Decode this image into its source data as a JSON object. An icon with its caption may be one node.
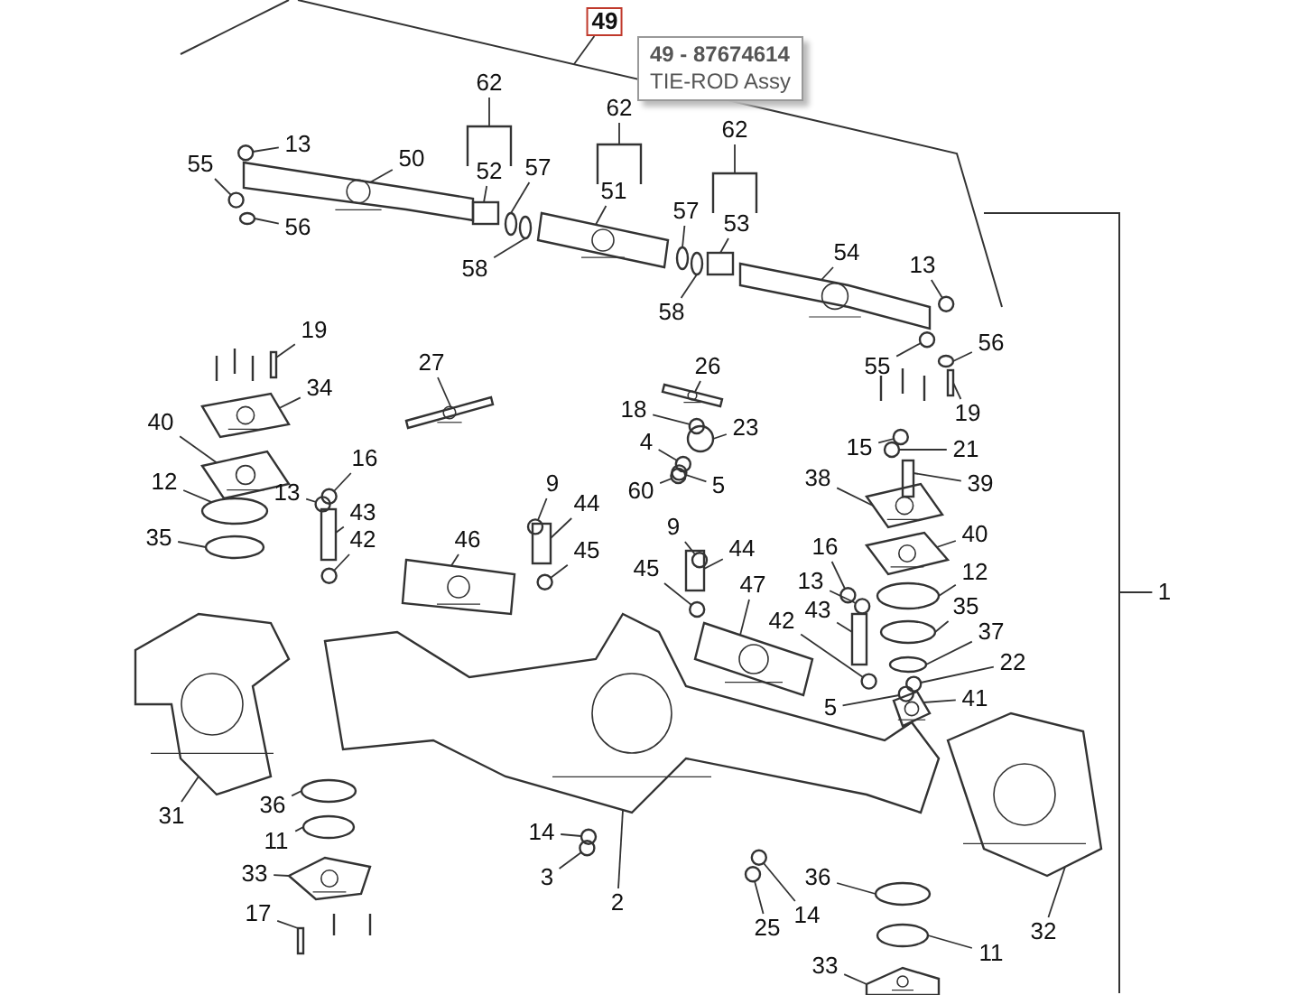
{
  "diagram": {
    "nodes": [
      {
        "text": [
          "49"
        ]
      },
      {
        "text": [
          "49 - 87674614",
          "TIE-ROD Assy"
        ]
      },
      {
        "text": [
          "62"
        ]
      },
      {
        "text": [
          "62"
        ]
      },
      {
        "text": [
          "62"
        ]
      },
      {
        "text": [
          "13"
        ]
      },
      {
        "text": [
          "55"
        ]
      },
      {
        "text": [
          "50"
        ]
      },
      {
        "text": [
          "52"
        ]
      },
      {
        "text": [
          "57"
        ]
      },
      {
        "text": [
          "51"
        ]
      },
      {
        "text": [
          "56"
        ]
      },
      {
        "text": [
          "57"
        ]
      },
      {
        "text": [
          "53"
        ]
      },
      {
        "text": [
          "54"
        ]
      },
      {
        "text": [
          "13"
        ]
      },
      {
        "text": [
          "58"
        ]
      },
      {
        "text": [
          "58"
        ]
      },
      {
        "text": [
          "19"
        ]
      },
      {
        "text": [
          "56"
        ]
      },
      {
        "text": [
          "27"
        ]
      },
      {
        "text": [
          "26"
        ]
      },
      {
        "text": [
          "55"
        ]
      },
      {
        "text": [
          "34"
        ]
      },
      {
        "text": [
          "18"
        ]
      },
      {
        "text": [
          "19"
        ]
      },
      {
        "text": [
          "40"
        ]
      },
      {
        "text": [
          "23"
        ]
      },
      {
        "text": [
          "4"
        ]
      },
      {
        "text": [
          "15"
        ]
      },
      {
        "text": [
          "21"
        ]
      },
      {
        "text": [
          "16"
        ]
      },
      {
        "text": [
          "38"
        ]
      },
      {
        "text": [
          "12"
        ]
      },
      {
        "text": [
          "9"
        ]
      },
      {
        "text": [
          "39"
        ]
      },
      {
        "text": [
          "5"
        ]
      },
      {
        "text": [
          "60"
        ]
      },
      {
        "text": [
          "13"
        ]
      },
      {
        "text": [
          "44"
        ]
      },
      {
        "text": [
          "43"
        ]
      },
      {
        "text": [
          "9"
        ]
      },
      {
        "text": [
          "40"
        ]
      },
      {
        "text": [
          "35"
        ]
      },
      {
        "text": [
          "42"
        ]
      },
      {
        "text": [
          "46"
        ]
      },
      {
        "text": [
          "16"
        ]
      },
      {
        "text": [
          "44"
        ]
      },
      {
        "text": [
          "45"
        ]
      },
      {
        "text": [
          "45"
        ]
      },
      {
        "text": [
          "12"
        ]
      },
      {
        "text": [
          "13"
        ]
      },
      {
        "text": [
          "47"
        ]
      },
      {
        "text": [
          "1"
        ]
      },
      {
        "text": [
          "35"
        ]
      },
      {
        "text": [
          "43"
        ]
      },
      {
        "text": [
          "42"
        ]
      },
      {
        "text": [
          "37"
        ]
      },
      {
        "text": [
          "22"
        ]
      },
      {
        "text": [
          "41"
        ]
      },
      {
        "text": [
          "5"
        ]
      },
      {
        "text": [
          "36"
        ]
      },
      {
        "text": [
          "31"
        ]
      },
      {
        "text": [
          "14"
        ]
      },
      {
        "text": [
          "11"
        ]
      },
      {
        "text": [
          "33"
        ]
      },
      {
        "text": [
          "3"
        ]
      },
      {
        "text": [
          "36"
        ]
      },
      {
        "text": [
          "2"
        ]
      },
      {
        "text": [
          "17"
        ]
      },
      {
        "text": [
          "14"
        ]
      },
      {
        "text": [
          "25"
        ]
      },
      {
        "text": [
          "32"
        ]
      },
      {
        "text": [
          "11"
        ]
      },
      {
        "text": [
          "33"
        ]
      },
      {
        "text": [],
        "shape": "bracket"
      },
      {
        "text": [],
        "shape": "bracket"
      },
      {
        "text": [],
        "shape": "bracket"
      },
      {
        "text": [],
        "shape": "circle"
      },
      {
        "text": [],
        "shape": "circle"
      },
      {
        "text": [],
        "shape": "picture"
      },
      {
        "text": [],
        "shape": "box"
      },
      {
        "text": [],
        "shape": "ellipse"
      },
      {
        "text": [],
        "shape": "picture"
      },
      {
        "text": [],
        "shape": "ellipse"
      },
      {
        "text": [],
        "shape": "ellipse"
      },
      {
        "text": [],
        "shape": "box"
      },
      {
        "text": [],
        "shape": "picture"
      },
      {
        "text": [],
        "shape": "circle"
      },
      {
        "text": [],
        "shape": "ellipse"
      },
      {
        "text": [],
        "shape": "ellipse"
      },
      {
        "text": [],
        "shape": "box"
      },
      {
        "text": [],
        "shape": "ellipse"
      },
      {
        "text": [],
        "shape": "picture"
      },
      {
        "text": [],
        "shape": "picture"
      },
      {
        "text": [],
        "shape": "circle"
      },
      {
        "text": [],
        "shape": "picture"
      },
      {
        "text": [],
        "shape": "circle"
      },
      {
        "text": [],
        "shape": "box"
      },
      {
        "text": [],
        "shape": "picture"
      },
      {
        "text": [],
        "shape": "circle"
      },
      {
        "text": [],
        "shape": "circle"
      },
      {
        "text": [],
        "shape": "circle"
      },
      {
        "text": [],
        "shape": "circle"
      },
      {
        "text": [],
        "shape": "circle"
      },
      {
        "text": [],
        "shape": "picture"
      },
      {
        "text": [],
        "shape": "ellipse"
      },
      {
        "text": [],
        "shape": "circle"
      },
      {
        "text": [],
        "shape": "box"
      },
      {
        "text": [],
        "shape": "circle"
      },
      {
        "text": [],
        "shape": "circle"
      },
      {
        "text": [],
        "shape": "circle"
      },
      {
        "text": [],
        "shape": "box"
      },
      {
        "text": [],
        "shape": "box"
      },
      {
        "text": [],
        "shape": "circle"
      },
      {
        "text": [],
        "shape": "picture"
      },
      {
        "text": [],
        "shape": "ellipse"
      },
      {
        "text": [],
        "shape": "circle"
      },
      {
        "text": [],
        "shape": "picture"
      },
      {
        "text": [],
        "shape": "circle"
      },
      {
        "text": [],
        "shape": "box"
      },
      {
        "text": [],
        "shape": "circle"
      },
      {
        "text": [],
        "shape": "circle"
      },
      {
        "text": [],
        "shape": "ellipse"
      },
      {
        "text": [],
        "shape": "circle"
      },
      {
        "text": [],
        "shape": "picture"
      },
      {
        "text": [],
        "shape": "ellipse"
      },
      {
        "text": [],
        "shape": "box"
      },
      {
        "text": [],
        "shape": "circle"
      },
      {
        "text": [],
        "shape": "ellipse"
      },
      {
        "text": [],
        "shape": "circle"
      },
      {
        "text": [],
        "shape": "picture"
      },
      {
        "text": [],
        "shape": "circle"
      },
      {
        "text": [],
        "shape": "ellipse"
      },
      {
        "text": [],
        "shape": "picture"
      },
      {
        "text": [],
        "shape": "circle"
      },
      {
        "text": [],
        "shape": "ellipse"
      },
      {
        "text": [],
        "shape": "picture"
      },
      {
        "text": [],
        "shape": "circle"
      },
      {
        "text": [],
        "shape": "ellipse"
      },
      {
        "text": [],
        "shape": "picture"
      },
      {
        "text": [],
        "shape": "box"
      },
      {
        "text": [],
        "shape": "circle"
      },
      {
        "text": [],
        "shape": "circle"
      },
      {
        "text": [],
        "shape": "picture"
      },
      {
        "text": [],
        "shape": "ellipse"
      },
      {
        "text": [],
        "shape": "picture"
      }
    ],
    "edges": [
      {
        "from": 0,
        "to": null,
        "arrow": "none"
      },
      {
        "from": 2,
        "to": 75,
        "arrow": "none"
      },
      {
        "from": 3,
        "to": 76,
        "arrow": "none"
      },
      {
        "from": 4,
        "to": 77,
        "arrow": "none"
      },
      {
        "from": 5,
        "to": 78,
        "arrow": "none"
      },
      {
        "from": 6,
        "to": 79,
        "arrow": "none"
      },
      {
        "from": 7,
        "to": 80,
        "arrow": "none"
      },
      {
        "from": 8,
        "to": 81,
        "arrow": "none"
      },
      {
        "from": 9,
        "to": 82,
        "arrow": "none"
      },
      {
        "from": 10,
        "to": 83,
        "arrow": "none"
      },
      {
        "from": 11,
        "to": 84,
        "arrow": "none"
      },
      {
        "from": 12,
        "to": 85,
        "arrow": "none"
      },
      {
        "from": 13,
        "to": 86,
        "arrow": "none"
      },
      {
        "from": 14,
        "to": 87,
        "arrow": "none"
      },
      {
        "from": 15,
        "to": 88,
        "arrow": "none"
      },
      {
        "from": 16,
        "to": 89,
        "arrow": "none"
      },
      {
        "from": 17,
        "to": 90,
        "arrow": "none"
      },
      {
        "from": 18,
        "to": 91,
        "arrow": "none"
      },
      {
        "from": 19,
        "to": 92,
        "arrow": "none"
      },
      {
        "from": 20,
        "to": 93,
        "arrow": "none"
      },
      {
        "from": 21,
        "to": 94,
        "arrow": "none"
      },
      {
        "from": 22,
        "to": 95,
        "arrow": "none"
      },
      {
        "from": 23,
        "to": 96,
        "arrow": "none"
      },
      {
        "from": 24,
        "to": 97,
        "arrow": "none"
      },
      {
        "from": 25,
        "to": 98,
        "arrow": "none"
      },
      {
        "from": 26,
        "to": 99,
        "arrow": "none"
      },
      {
        "from": 27,
        "to": 100,
        "arrow": "none"
      },
      {
        "from": 28,
        "to": 101,
        "arrow": "none"
      },
      {
        "from": 29,
        "to": 102,
        "arrow": "none"
      },
      {
        "from": 30,
        "to": 103,
        "arrow": "none"
      },
      {
        "from": 31,
        "to": 104,
        "arrow": "none"
      },
      {
        "from": 32,
        "to": 105,
        "arrow": "none"
      },
      {
        "from": 33,
        "to": 106,
        "arrow": "none"
      },
      {
        "from": 34,
        "to": 107,
        "arrow": "none"
      },
      {
        "from": 35,
        "to": 108,
        "arrow": "none"
      },
      {
        "from": 36,
        "to": 109,
        "arrow": "none"
      },
      {
        "from": 37,
        "to": 110,
        "arrow": "none"
      },
      {
        "from": 38,
        "to": 111,
        "arrow": "none"
      },
      {
        "from": 39,
        "to": 112,
        "arrow": "none"
      },
      {
        "from": 40,
        "to": 113,
        "arrow": "none"
      },
      {
        "from": 41,
        "to": 114,
        "arrow": "none"
      },
      {
        "from": 42,
        "to": 115,
        "arrow": "none"
      },
      {
        "from": 43,
        "to": 116,
        "arrow": "none"
      },
      {
        "from": 44,
        "to": 117,
        "arrow": "none"
      },
      {
        "from": 45,
        "to": 118,
        "arrow": "none"
      },
      {
        "from": 46,
        "to": 119,
        "arrow": "none"
      },
      {
        "from": 47,
        "to": 120,
        "arrow": "none"
      },
      {
        "from": 48,
        "to": 121,
        "arrow": "none"
      },
      {
        "from": 49,
        "to": 122,
        "arrow": "none"
      },
      {
        "from": 50,
        "to": 123,
        "arrow": "none"
      },
      {
        "from": 51,
        "to": 124,
        "arrow": "none"
      },
      {
        "from": 52,
        "to": 125,
        "arrow": "none"
      },
      {
        "from": 53,
        "to": null,
        "arrow": "none"
      },
      {
        "from": 54,
        "to": 126,
        "arrow": "none"
      },
      {
        "from": 55,
        "to": 127,
        "arrow": "none"
      },
      {
        "from": 56,
        "to": 128,
        "arrow": "none"
      },
      {
        "from": 57,
        "to": 129,
        "arrow": "none"
      },
      {
        "from": 58,
        "to": 130,
        "arrow": "none"
      },
      {
        "from": 59,
        "to": 131,
        "arrow": "none"
      },
      {
        "from": 60,
        "to": 132,
        "arrow": "none"
      },
      {
        "from": 61,
        "to": 133,
        "arrow": "none"
      },
      {
        "from": 62,
        "to": 134,
        "arrow": "none"
      },
      {
        "from": 63,
        "to": 135,
        "arrow": "none"
      },
      {
        "from": 64,
        "to": 136,
        "arrow": "none"
      },
      {
        "from": 65,
        "to": 137,
        "arrow": "none"
      },
      {
        "from": 66,
        "to": 138,
        "arrow": "none"
      },
      {
        "from": 67,
        "to": 139,
        "arrow": "none"
      },
      {
        "from": 68,
        "to": 140,
        "arrow": "none"
      },
      {
        "from": 69,
        "to": 141,
        "arrow": "none"
      },
      {
        "from": 70,
        "to": 142,
        "arrow": "none"
      },
      {
        "from": 71,
        "to": 143,
        "arrow": "none"
      },
      {
        "from": 72,
        "to": 144,
        "arrow": "none"
      },
      {
        "from": 73,
        "to": 145,
        "arrow": "none"
      },
      {
        "from": 74,
        "to": 146,
        "arrow": "none"
      }
    ]
  }
}
